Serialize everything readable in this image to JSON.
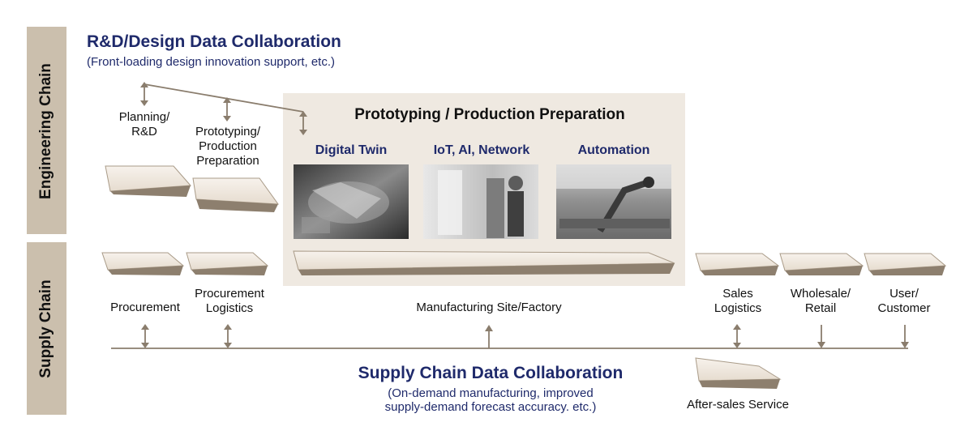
{
  "side_tabs": {
    "engineering": "Engineering Chain",
    "supply": "Supply Chain"
  },
  "rd_collab": {
    "title": "R&D/Design Data Collaboration",
    "subtitle": "(Front-loading design innovation support, etc.)"
  },
  "engineering_steps": {
    "planning": "Planning/\nR&D",
    "prototyping": "Prototyping/\nProduction\nPreparation"
  },
  "proto_panel": {
    "title": "Prototyping / Production Preparation",
    "techs": [
      "Digital Twin",
      "IoT, AI, Network",
      "Automation"
    ]
  },
  "supply_steps": {
    "procurement": "Procurement",
    "procurement_logistics": "Procurement\nLogistics",
    "manufacturing": "Manufacturing Site/Factory",
    "sales_logistics": "Sales\nLogistics",
    "wholesale": "Wholesale/\nRetail",
    "user": "User/\nCustomer"
  },
  "supply_collab": {
    "title": "Supply Chain Data Collaboration",
    "subtitle_line1": "(On-demand manufacturing, improved",
    "subtitle_line2": "supply-demand forecast accuracy. etc.)"
  },
  "after_sales": "After-sales Service",
  "colors": {
    "navy": "#1f2a6b",
    "tan": "#cbbfad",
    "panel": "#efe9e1",
    "arrow": "#8a7d6d"
  }
}
